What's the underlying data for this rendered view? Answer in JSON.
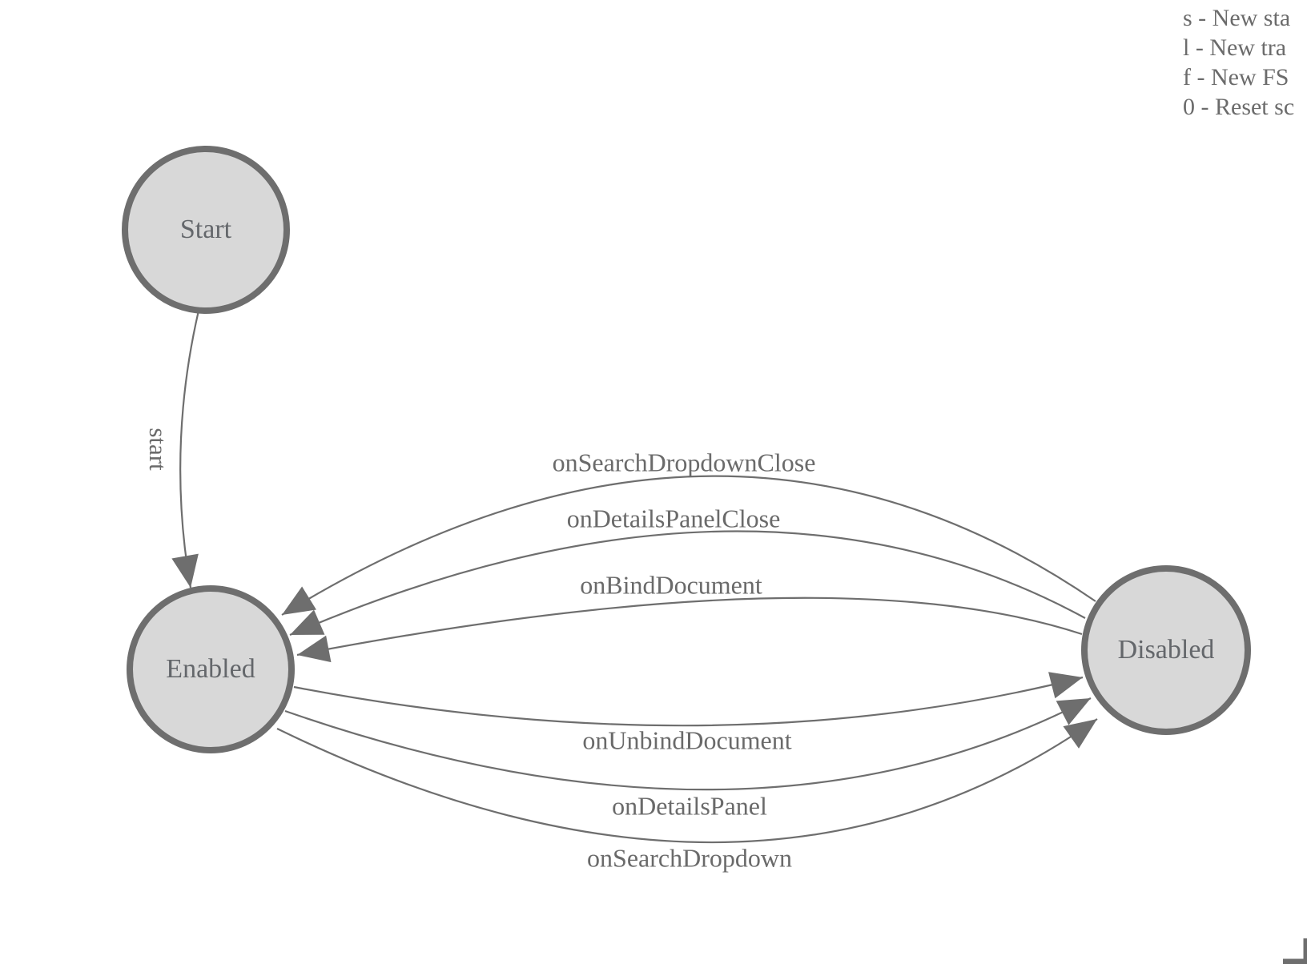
{
  "app": {
    "description": "Finite state machine diagram canvas"
  },
  "legend": {
    "items": [
      {
        "label": "s - New sta"
      },
      {
        "label": "l - New tra"
      },
      {
        "label": "f - New FS"
      },
      {
        "label": "0 - Reset sc"
      }
    ]
  },
  "states": {
    "start": {
      "label": "Start"
    },
    "enabled": {
      "label": "Enabled"
    },
    "disabled": {
      "label": "Disabled"
    }
  },
  "edges": {
    "start_edge": {
      "label": "start",
      "from": "Start",
      "to": "Enabled"
    },
    "top": [
      {
        "label": "onSearchDropdownClose",
        "from": "Disabled",
        "to": "Enabled"
      },
      {
        "label": "onDetailsPanelClose",
        "from": "Disabled",
        "to": "Enabled"
      },
      {
        "label": "onBindDocument",
        "from": "Disabled",
        "to": "Enabled"
      }
    ],
    "bottom": [
      {
        "label": "onUnbindDocument",
        "from": "Enabled",
        "to": "Disabled"
      },
      {
        "label": "onDetailsPanel",
        "from": "Enabled",
        "to": "Disabled"
      },
      {
        "label": "onSearchDropdown",
        "from": "Enabled",
        "to": "Disabled"
      }
    ]
  },
  "colors": {
    "background": "#ffffff",
    "node_fill": "#d8d8d8",
    "node_stroke": "#6e6e6e",
    "edge_stroke": "#6e6e6e",
    "arrow_fill": "#6e6e6e",
    "text": "#6a6a6a"
  }
}
